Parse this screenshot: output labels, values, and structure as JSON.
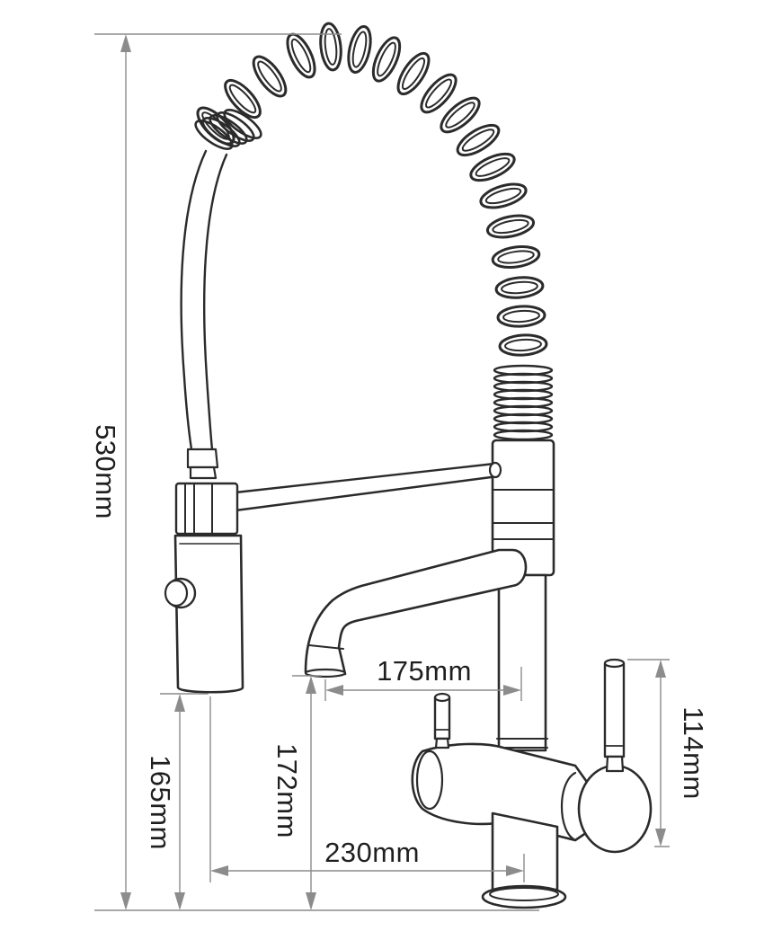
{
  "dimensions": {
    "total_height": "530mm",
    "spray_head_height": "165mm",
    "spout_height": "172mm",
    "spout_reach": "175mm",
    "spray_reach": "230mm",
    "handle_height": "114mm"
  },
  "colors": {
    "outline": "#2b2b2b",
    "dimension_line": "#8c8c8c",
    "text": "#1f1f1f",
    "background": "#ffffff"
  }
}
